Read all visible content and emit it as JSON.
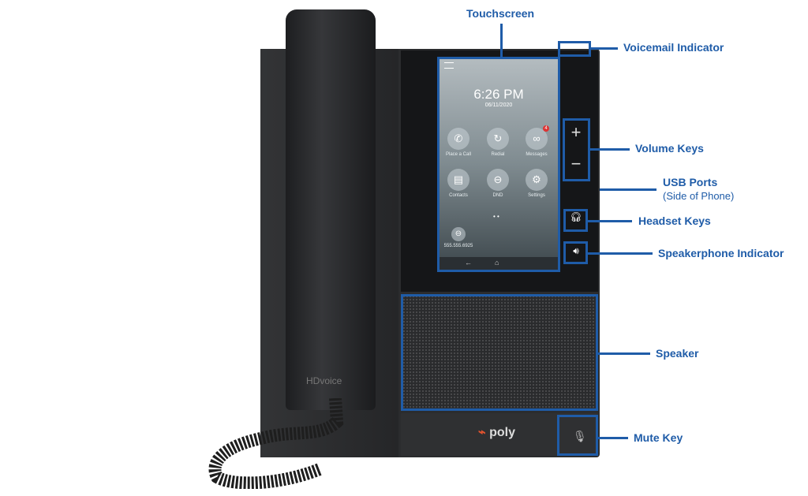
{
  "labels": {
    "touchscreen": "Touchscreen",
    "voicemail": "Voicemail Indicator",
    "volume": "Volume Keys",
    "usb": "USB Ports",
    "usb_sub": "(Side of Phone)",
    "headset": "Headset Keys",
    "speakerphone": "Speakerphone Indicator",
    "speaker": "Speaker",
    "mute": "Mute Key"
  },
  "screen": {
    "time": "6:26 PM",
    "date": "06/11/2020",
    "apps": [
      {
        "label": "Place a Call",
        "icon": "phone-icon"
      },
      {
        "label": "Redial",
        "icon": "redial-icon"
      },
      {
        "label": "Messages",
        "icon": "voicemail-icon",
        "badge": "4"
      },
      {
        "label": "Contacts",
        "icon": "contacts-icon"
      },
      {
        "label": "DND",
        "icon": "dnd-icon"
      },
      {
        "label": "Settings",
        "icon": "gear-icon"
      }
    ],
    "line": "555.555.6925"
  },
  "branding": {
    "brand": "poly",
    "handset": "HDvoice"
  },
  "colors": {
    "accent": "#1f5ca8"
  }
}
